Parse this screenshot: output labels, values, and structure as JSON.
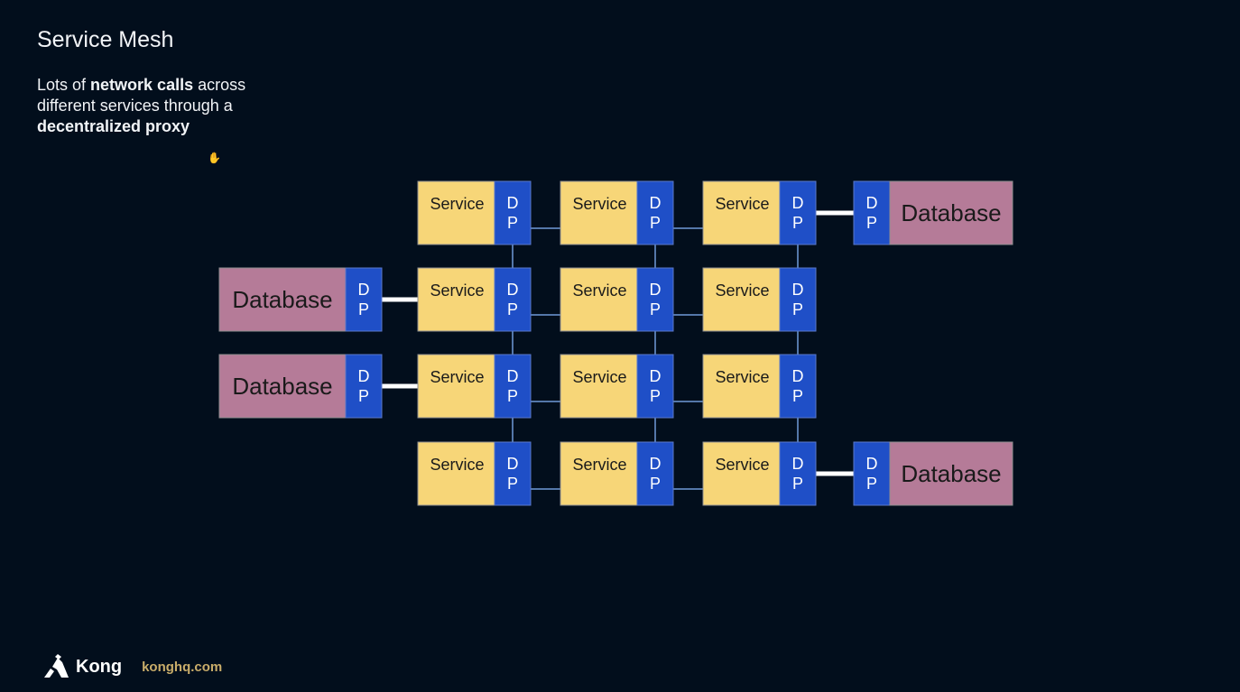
{
  "slide": {
    "title": "Service Mesh",
    "subtitle_parts": [
      "Lots of ",
      "network calls",
      " across different services through a ",
      "decentralized proxy"
    ]
  },
  "diagram": {
    "service_label": "Service",
    "dp_label_top": "D",
    "dp_label_bottom": "P",
    "database_label": "Database",
    "grid": {
      "rows": 4,
      "cols": 3
    },
    "databases": [
      {
        "row": 0,
        "side": "right"
      },
      {
        "row": 1,
        "side": "left"
      },
      {
        "row": 2,
        "side": "left"
      },
      {
        "row": 3,
        "side": "right"
      }
    ],
    "colors": {
      "service": "#f7d678",
      "dp": "#1f4fc7",
      "database": "#b57b98",
      "link": "#6f9ad8",
      "db_link": "#ffffff"
    }
  },
  "footer": {
    "brand": "Kong",
    "url": "konghq.com"
  },
  "icons": {
    "logo": "kong-logo-icon",
    "cursor": "hand-cursor-icon"
  }
}
